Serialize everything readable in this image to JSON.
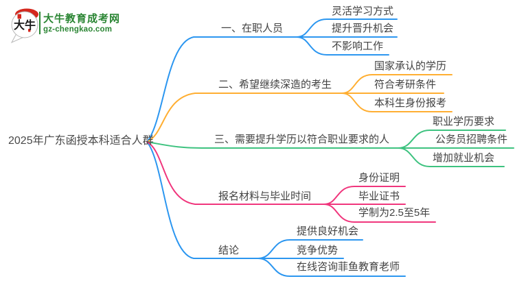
{
  "logo": {
    "icon_text": "大牛",
    "site_name": "大牛教育成考网",
    "site_domain": "gz-chengkao.com"
  },
  "palette": {
    "blue": "#2B96F0",
    "orange": "#FFAE31",
    "green": "#3DC27F",
    "pink": "#F0357C",
    "brand_green": "#2A8533",
    "brand_red": "#D5281E",
    "label_text": "#424242"
  },
  "mindmap": {
    "root": "2025年广东函授本科适合人群",
    "branches": [
      {
        "label": "一、在职人员",
        "color": "#2B96F0",
        "children": [
          "灵活学习方式",
          "提升晋升机会",
          "不影响工作"
        ]
      },
      {
        "label": "二、希望继续深造的考生",
        "color": "#FFAE31",
        "children": [
          "国家承认的学历",
          "符合考研条件",
          "本科生身份报考"
        ]
      },
      {
        "label": "三、需要提升学历以符合职业要求的人",
        "color": "#3DC27F",
        "children": [
          "职业学历要求",
          "公务员招聘条件",
          "增加就业机会"
        ]
      },
      {
        "label": "报名材料与毕业时间",
        "color": "#F0357C",
        "children": [
          "身份证明",
          "毕业证书",
          "学制为2.5至5年"
        ]
      },
      {
        "label": "结论",
        "color": "#2B96F0",
        "children": [
          "提供良好机会",
          "竞争优势",
          "在线咨询菲鱼教育老师"
        ]
      }
    ]
  }
}
